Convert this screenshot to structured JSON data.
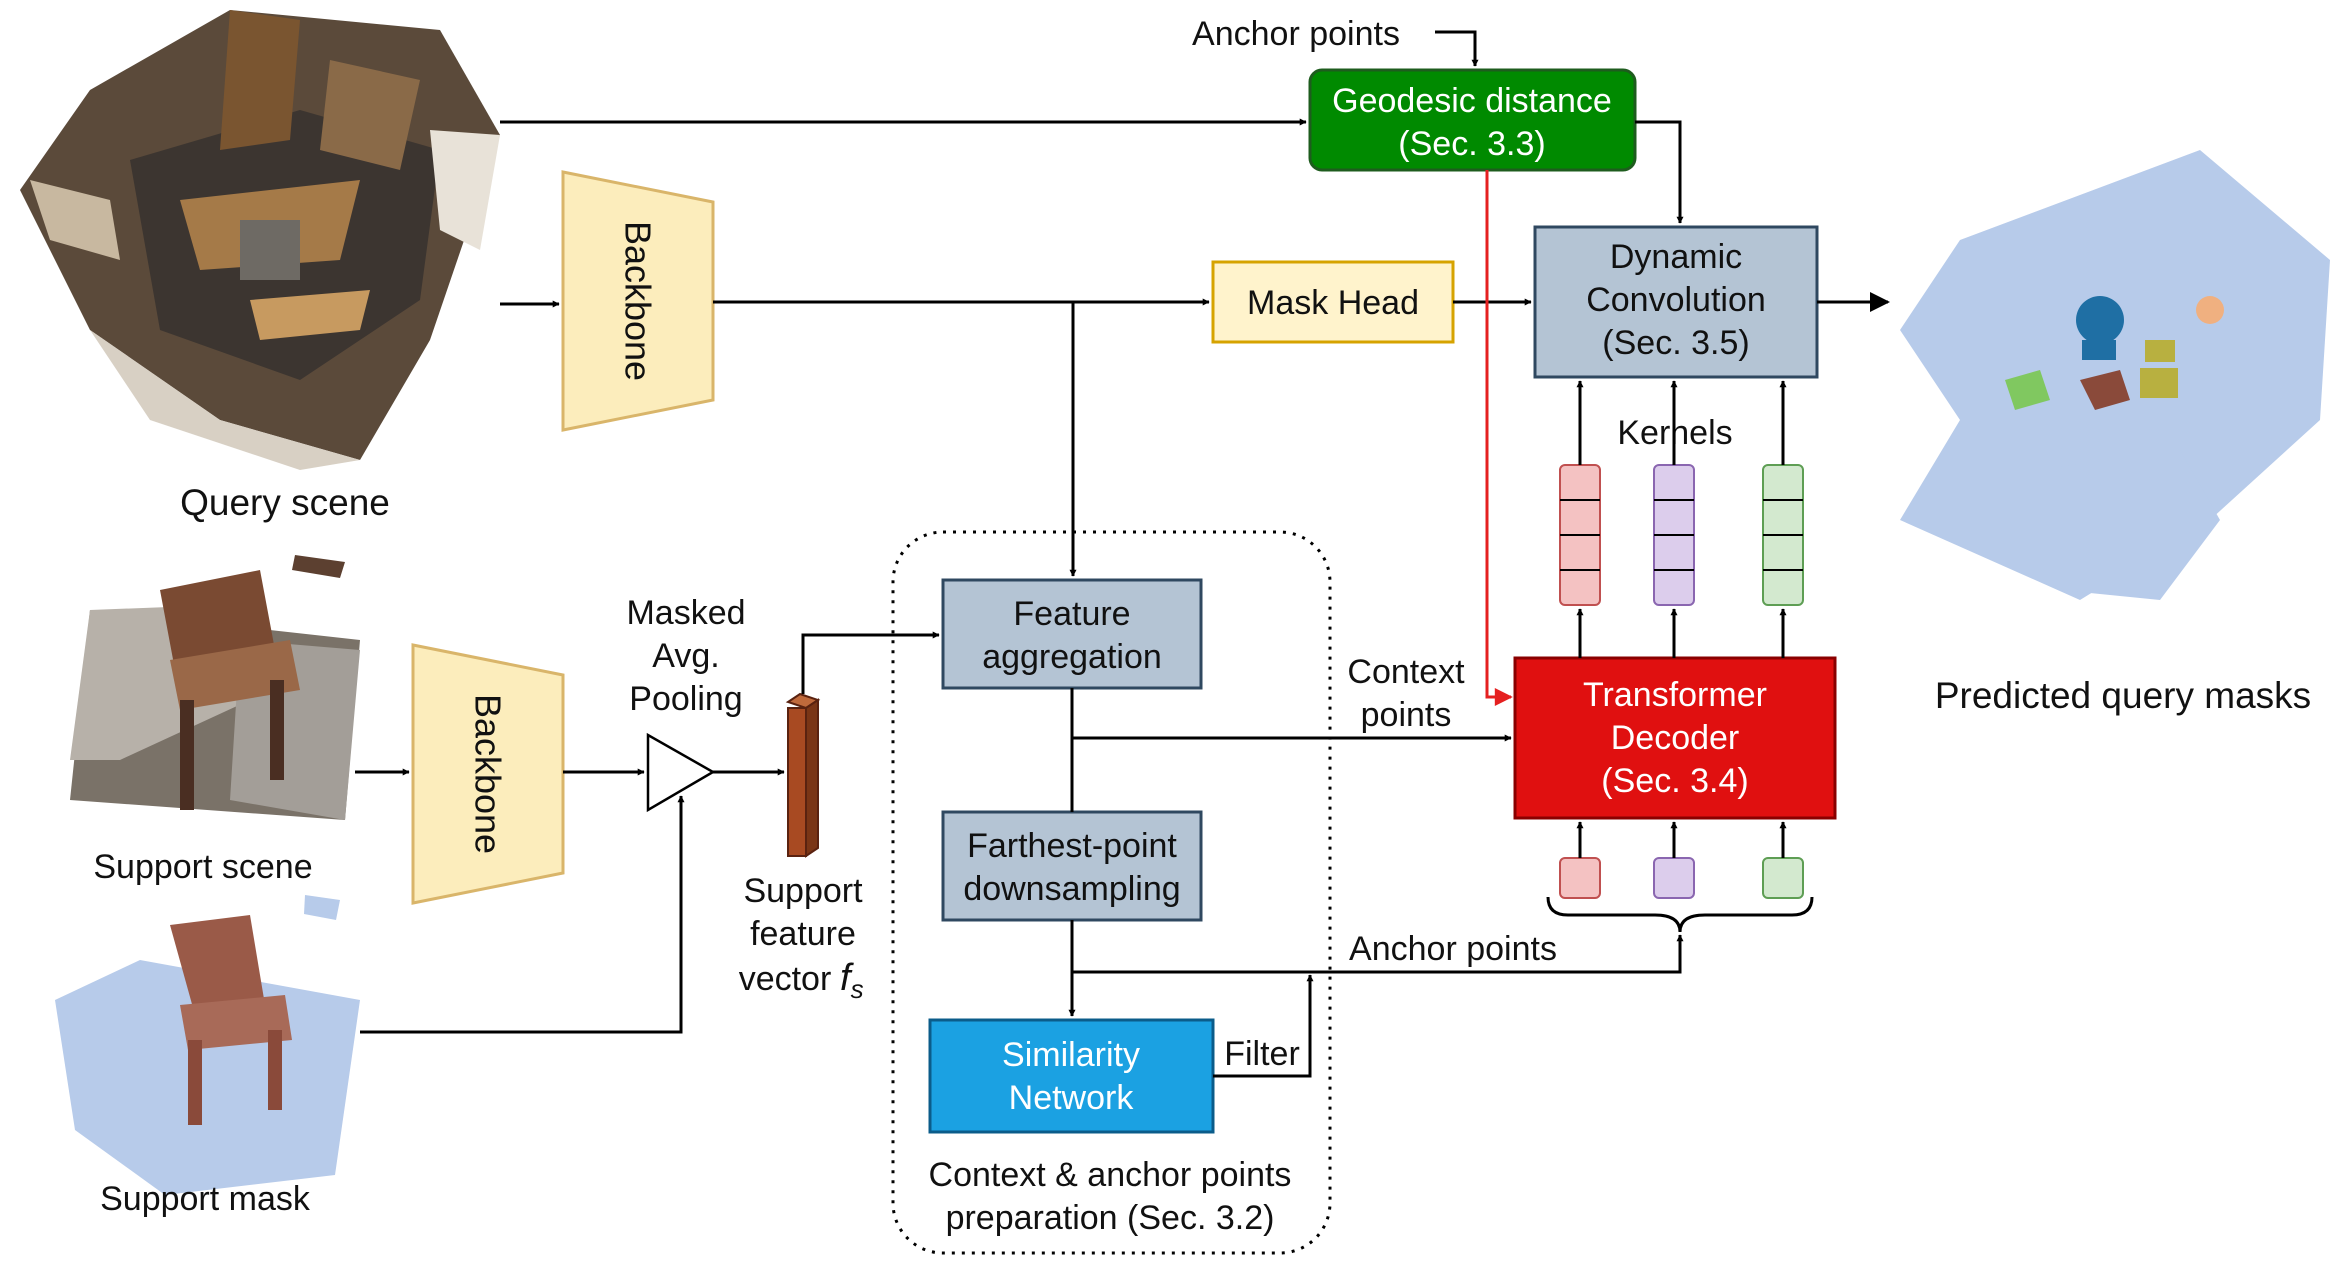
{
  "labels": {
    "anchor_points_top": "Anchor points",
    "query_scene": "Query scene",
    "support_scene": "Support scene",
    "support_mask": "Support mask",
    "predicted_query_masks": "Predicted query masks",
    "kernels": "Kernels",
    "context_points_line1": "Context",
    "context_points_line2": "points",
    "anchor_points_bottom": "Anchor points",
    "filter": "Filter",
    "masked_pool_line1": "Masked",
    "masked_pool_line2": "Avg.",
    "masked_pool_line3": "Pooling",
    "support_feature_line1": "Support",
    "support_feature_line2": "feature",
    "support_feature_line3": "vector",
    "support_feature_symbol": "f",
    "support_feature_subscript": "s",
    "group_caption_line1": "Context & anchor points",
    "group_caption_line2": "preparation (Sec. 3.2)"
  },
  "boxes": {
    "geodesic": {
      "line1": "Geodesic distance",
      "line2": "(Sec. 3.3)"
    },
    "dynamic_conv": {
      "line1": "Dynamic",
      "line2": "Convolution",
      "line3": "(Sec. 3.5)"
    },
    "mask_head": {
      "label": "Mask Head"
    },
    "transformer": {
      "line1": "Transformer",
      "line2": "Decoder",
      "line3": "(Sec. 3.4)"
    },
    "feature_agg": {
      "line1": "Feature",
      "line2": "aggregation"
    },
    "fps": {
      "line1": "Farthest-point",
      "line2": "downsampling"
    },
    "similarity": {
      "line1": "Similarity",
      "line2": "Network"
    },
    "backbone_top": {
      "label": "Backbone"
    },
    "backbone_bottom": {
      "label": "Backbone"
    }
  },
  "colors": {
    "geodesic_fill": "#008a00",
    "gray_box_fill": "#b4c4d4",
    "gray_box_stroke": "#2f4860",
    "mask_head_fill": "#fff3cc",
    "mask_head_stroke": "#d6a300",
    "backbone_fill": "#fcedbc",
    "backbone_stroke": "#d9b56a",
    "transformer_fill": "#e01010",
    "similarity_fill": "#1ba1e2",
    "query_pink": "#f4c2c2",
    "query_purple": "#dccdec",
    "query_green": "#d3e9cf",
    "red_arrow": "#e52020",
    "feature_vector": "#a84a22"
  }
}
